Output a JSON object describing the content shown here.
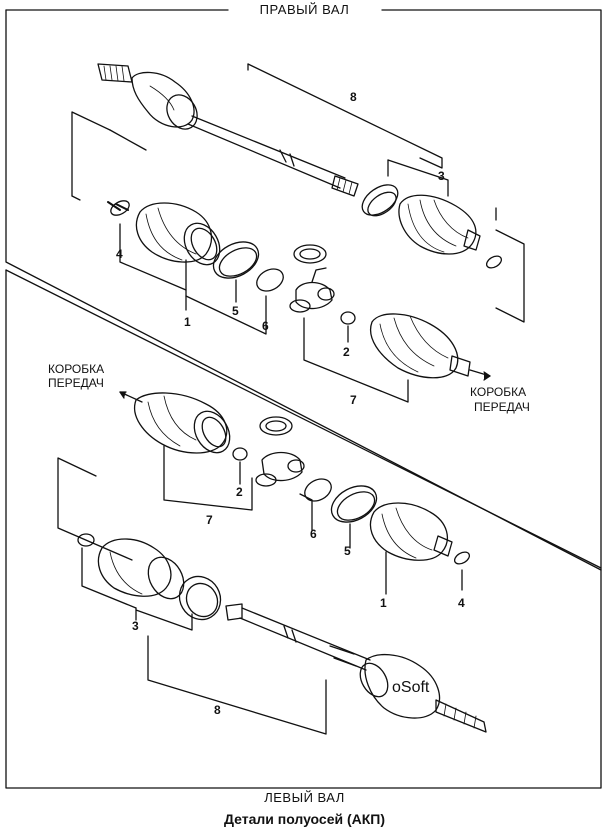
{
  "titles": {
    "top": "ПРАВЫЙ ВАЛ",
    "bottom": "ЛЕВЫЙ ВАЛ",
    "caption": "Детали полуосей (АКП)"
  },
  "annotations": {
    "gearbox_left_line1": "КОРОБКА",
    "gearbox_left_line2": "ПЕРЕДАЧ",
    "gearbox_right_line1": "КОРОБКА",
    "gearbox_right_line2": "ПЕРЕДАЧ",
    "watermark": "oSoft"
  },
  "callouts": {
    "top": [
      "8",
      "3",
      "4",
      "1",
      "5",
      "6",
      "2",
      "7"
    ],
    "bottom": [
      "2",
      "7",
      "6",
      "5",
      "1",
      "4",
      "3",
      "8"
    ]
  }
}
